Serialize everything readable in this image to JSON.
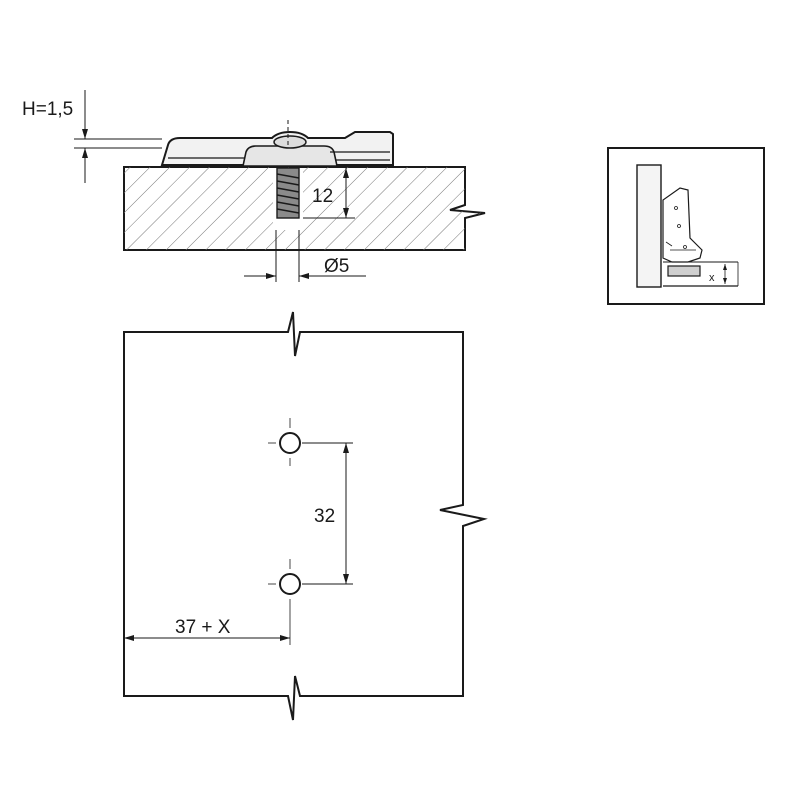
{
  "side_view": {
    "plate_height_label": "H=1,5",
    "screw_depth_label": "12",
    "hole_diameter_label": "Ø5"
  },
  "front_view": {
    "hole_spacing_label": "32",
    "edge_distance_label": "37 + X"
  },
  "inset": {
    "offset_label": "x"
  },
  "colors": {
    "line": "#1a1a1a",
    "hatch": "#777777",
    "plate_fill": "#f2f2f2",
    "screw_fill": "#8a8a8a"
  }
}
